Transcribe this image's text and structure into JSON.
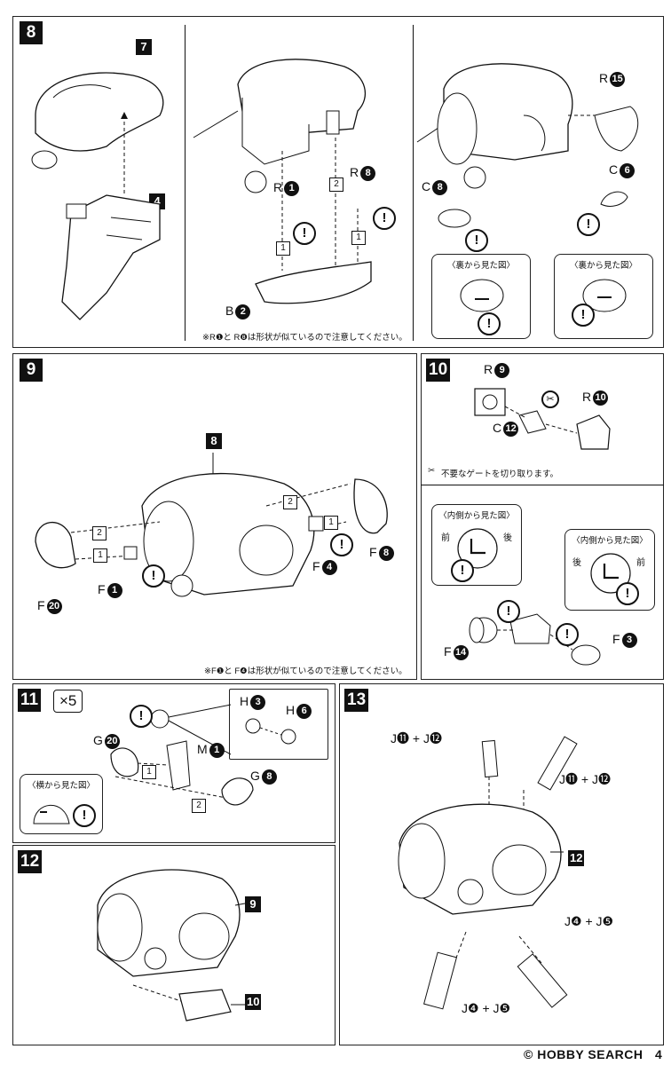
{
  "steps": {
    "s8": {
      "number": "8",
      "tag_top": "7",
      "tag_bottom": "4",
      "label_r1": "R",
      "label_r1_n": "1",
      "label_r8": "R",
      "label_r8_n": "8",
      "label_b2": "B",
      "label_b2_n": "2",
      "label_r15": "R",
      "label_r15_n": "15",
      "label_c8": "C",
      "label_c8_n": "8",
      "label_c6": "C",
      "label_c6_n": "6",
      "seq_a": "1",
      "seq_b": "2",
      "seq_c": "1",
      "back_view_1": "〈裏から見た図〉",
      "back_view_2": "〈裏から見た図〉",
      "note": "※R❶と R❽は形状が似ているので注意してください。"
    },
    "s9": {
      "number": "9",
      "tag_main": "8",
      "label_f20": "F",
      "label_f20_n": "20",
      "label_f1": "F",
      "label_f1_n": "1",
      "label_f4": "F",
      "label_f4_n": "4",
      "label_f8": "F",
      "label_f8_n": "8",
      "seq_1": "1",
      "seq_2": "2",
      "seq_3": "1",
      "seq_4": "2",
      "note": "※F❶と F❹は形状が似ているので注意してください。"
    },
    "s10": {
      "number": "10",
      "label_r9": "R",
      "label_r9_n": "9",
      "label_r10": "R",
      "label_r10_n": "10",
      "label_c12": "C",
      "label_c12_n": "12",
      "gate_note": "不要なゲートを切り取ります。",
      "inner_view_1": "〈内側から見た図〉",
      "inner_view_2": "〈内側から見た図〉",
      "front": "前",
      "back": "後",
      "label_f14": "F",
      "label_f14_n": "14",
      "label_f3": "F",
      "label_f3_n": "3"
    },
    "s11": {
      "number": "11",
      "multiplier": "×5",
      "label_g20": "G",
      "label_g20_n": "20",
      "label_m1": "M",
      "label_m1_n": "1",
      "label_h3": "H",
      "label_h3_n": "3",
      "label_h6": "H",
      "label_h6_n": "6",
      "label_g8": "G",
      "label_g8_n": "8",
      "side_view": "〈横から見た図〉",
      "seq_1": "1",
      "seq_2": "2"
    },
    "s12": {
      "number": "12",
      "tag_top": "9",
      "tag_bottom": "10"
    },
    "s13": {
      "number": "13",
      "tag": "12",
      "label_j11_j12_a": "J⓫ + J⓬",
      "label_j11_j12_b": "J⓫ + J⓬",
      "label_j4_j5_a": "J❹ + J❺",
      "label_j4_j5_b": "J❹ + J❺"
    }
  },
  "footer": {
    "logo": "© HOBBY SEARCH",
    "page": "4"
  }
}
